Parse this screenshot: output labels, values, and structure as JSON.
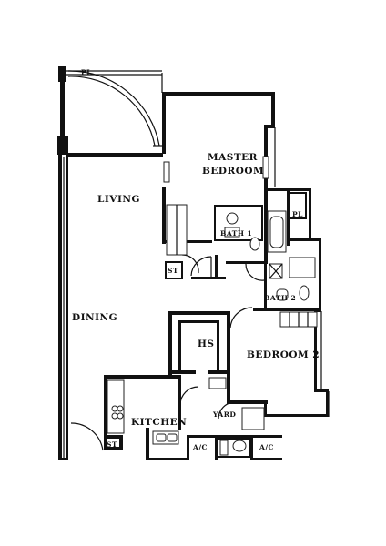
{
  "rooms": {
    "pl_top": "PL",
    "living": "LIVING",
    "dining": "DINING",
    "master_1": "MASTER",
    "master_2": "BEDROOM",
    "bath1": "BATH 1",
    "pl_right": "PL",
    "st_upper": "ST",
    "bath2": "BATH 2",
    "hs": "HS",
    "bedroom2": "BEDROOM 2",
    "kitchen": "KITCHEN",
    "yard": "YARD",
    "wc": "WC",
    "ac_left": "A/C",
    "ac_right": "A/C",
    "st_lower": "ST"
  }
}
